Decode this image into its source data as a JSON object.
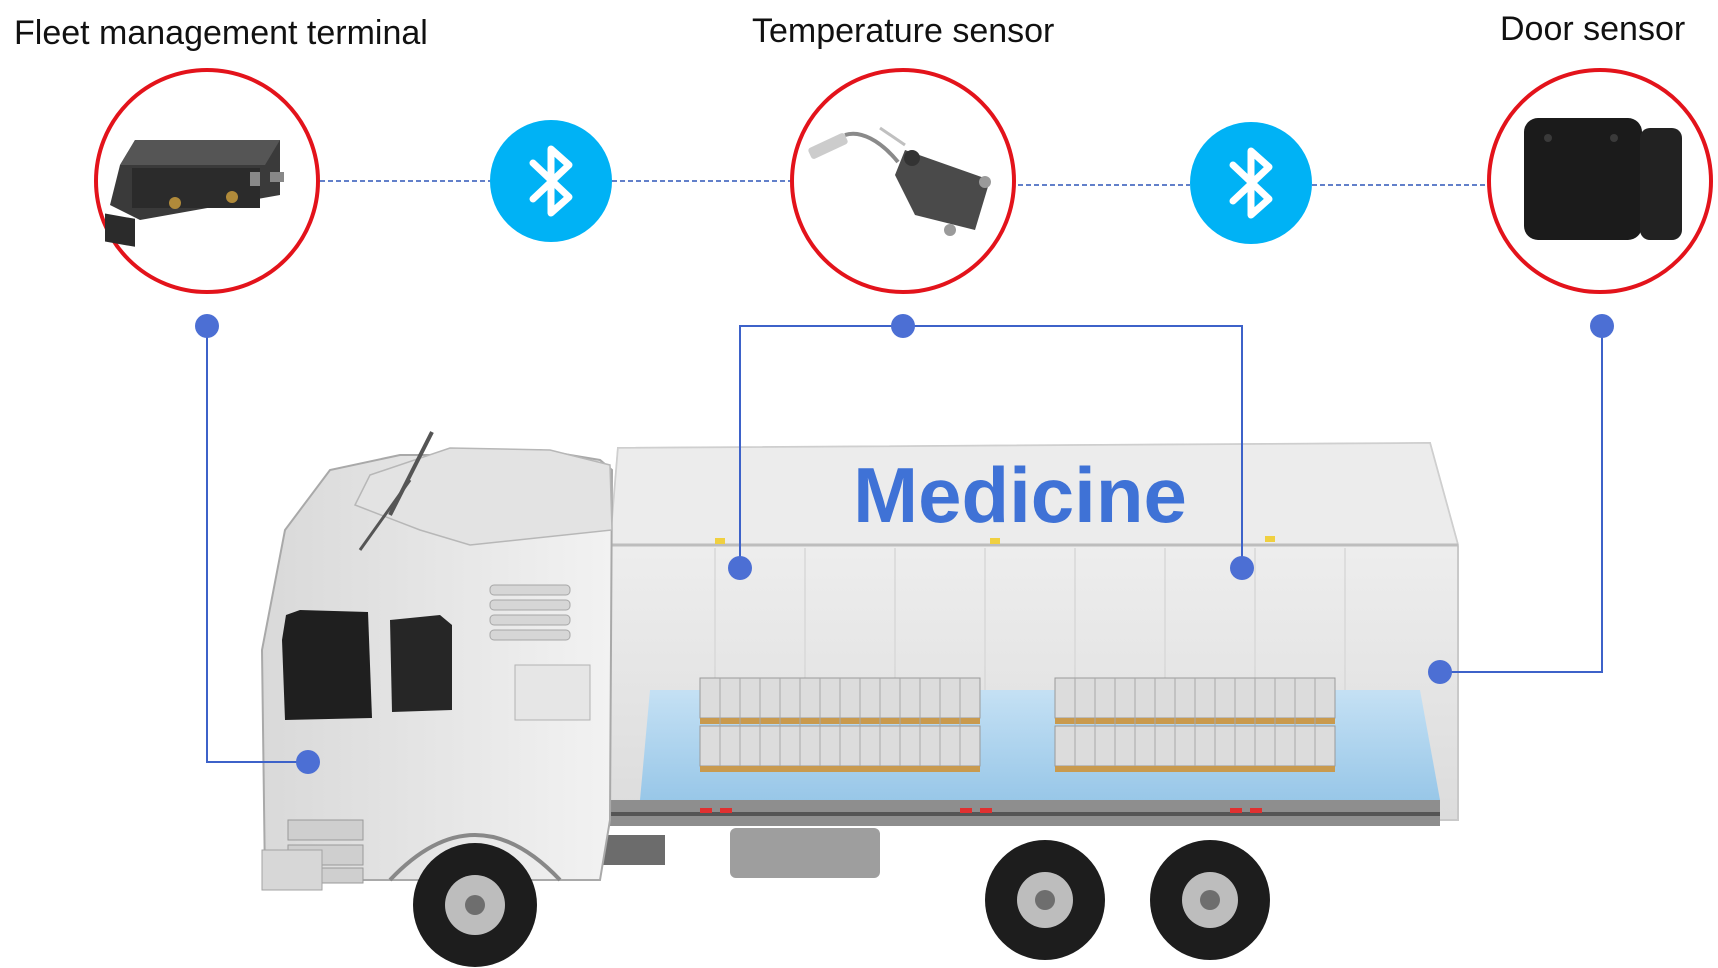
{
  "labels": {
    "fleet_terminal": "Fleet management terminal",
    "temperature_sensor": "Temperature sensor",
    "door_sensor": "Door sensor"
  },
  "cargo": {
    "text": "Medicine"
  },
  "icons": {
    "bluetooth_left": "bluetooth-icon",
    "bluetooth_right": "bluetooth-icon"
  },
  "colors": {
    "ring": "#e3131b",
    "bluetooth": "#00b2f5",
    "connector": "#3d62c9",
    "dashed": "#2f56b8",
    "medicine_text": "#3f72d6"
  }
}
